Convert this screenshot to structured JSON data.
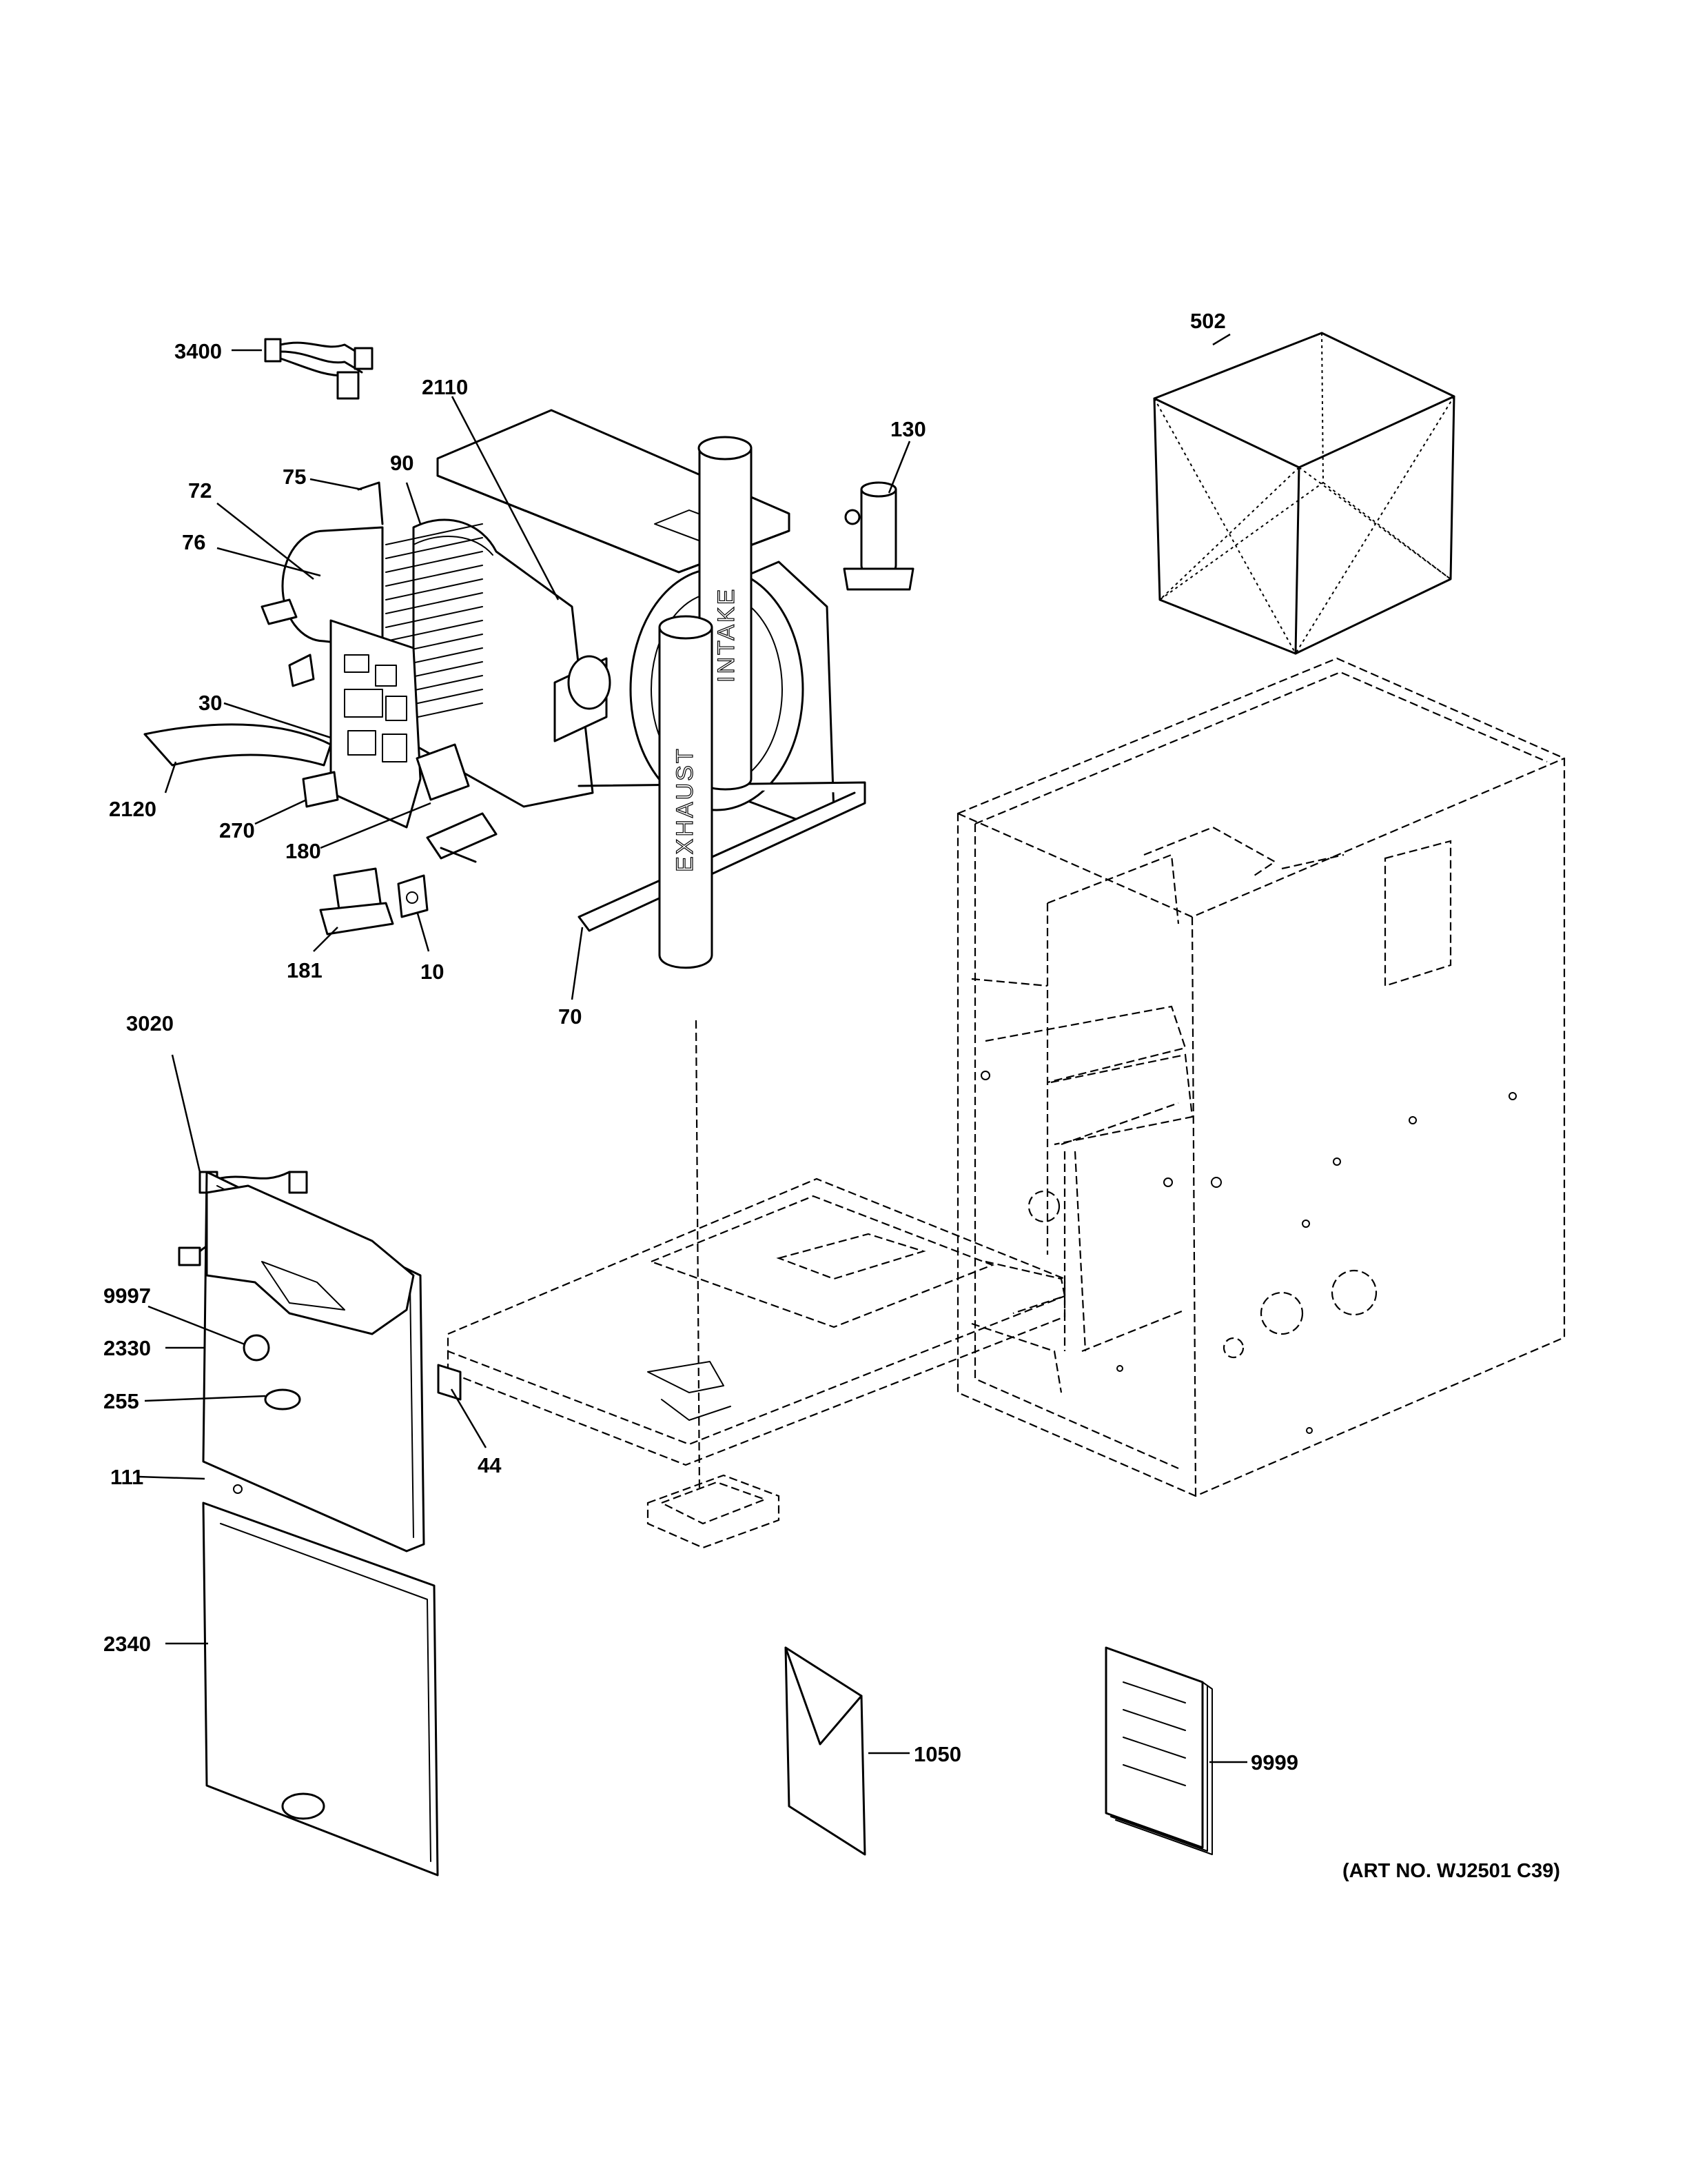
{
  "diagram": {
    "art_number": "(ART NO. WJ2501 C39)",
    "pipe_labels": {
      "exhaust": "EXHAUST",
      "intake": "INTAKE"
    },
    "callouts": {
      "c3400": "3400",
      "c2110": "2110",
      "c502": "502",
      "c130": "130",
      "c75": "75",
      "c90": "90",
      "c72": "72",
      "c76": "76",
      "c30": "30",
      "c2120": "2120",
      "c270": "270",
      "c180": "180",
      "c181": "181",
      "c10": "10",
      "c70": "70",
      "c3020": "3020",
      "c9997": "9997",
      "c2330": "2330",
      "c255": "255",
      "c111": "111",
      "c44": "44",
      "c2340": "2340",
      "c1050": "1050",
      "c9999": "9999"
    }
  }
}
